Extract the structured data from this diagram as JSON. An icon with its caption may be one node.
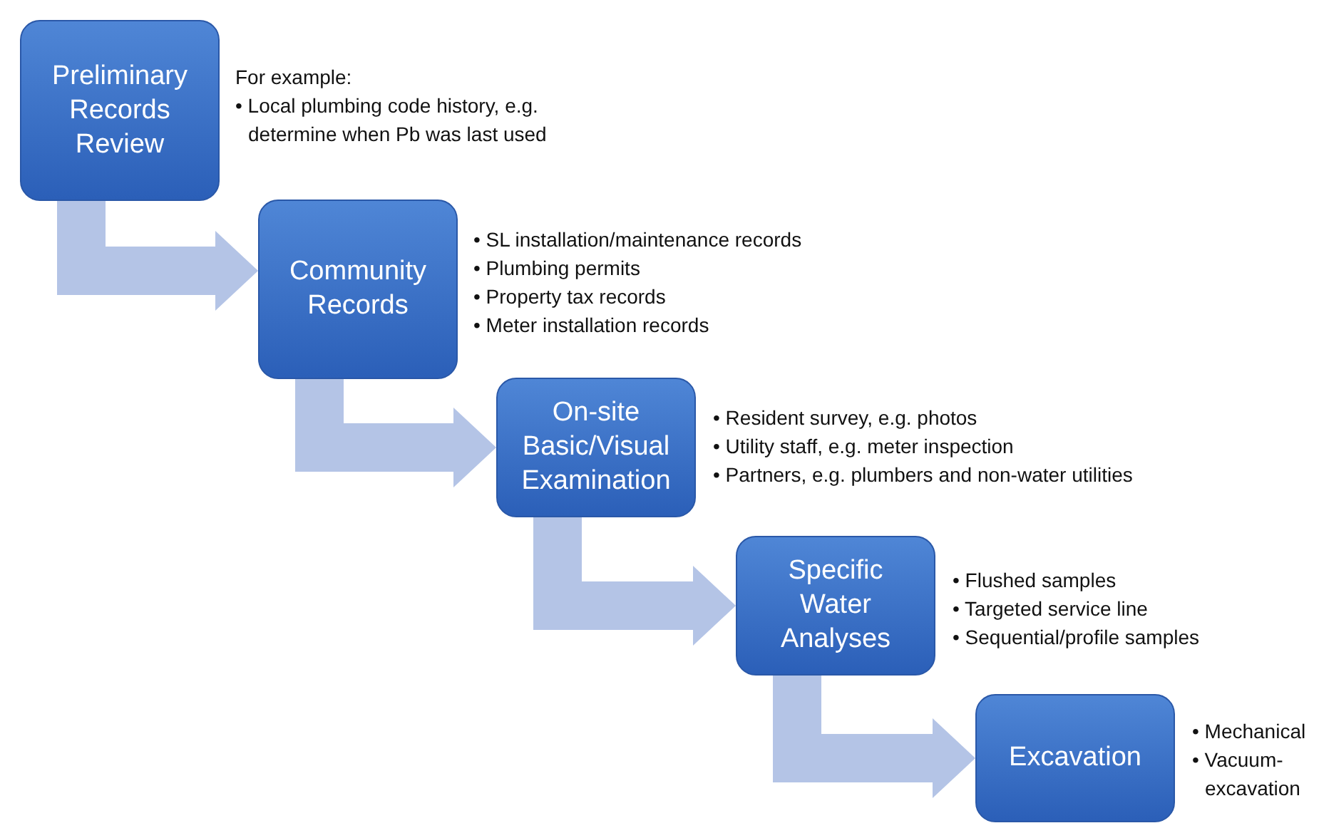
{
  "diagram": {
    "nodes": [
      {
        "text": [
          "Preliminary Records Review"
        ],
        "beside": [
          "For example:",
          "• Local plumbing code history, e.g. determine when Pb was last used"
        ]
      },
      {
        "text": [
          "Community Records"
        ],
        "beside": [
          "• SL installation/maintenance records",
          "• Plumbing permits",
          "• Property tax records",
          "• Meter installation records"
        ]
      },
      {
        "text": [
          "On-site Basic/Visual Examination"
        ],
        "beside": [
          "• Resident survey, e.g. photos",
          "• Utility staff, e.g. meter inspection",
          "• Partners, e.g. plumbers and non-water utilities"
        ]
      },
      {
        "text": [
          "Specific Water Analyses"
        ],
        "beside": [
          "• Flushed samples",
          "• Targeted service line",
          "• Sequential/profile samples"
        ]
      },
      {
        "text": [
          "Excavation"
        ],
        "beside": [
          "• Mechanical",
          "• Vacuum-excavation"
        ]
      }
    ],
    "edges": [
      {
        "from": 0,
        "to": 1,
        "arrow": "to"
      },
      {
        "from": 1,
        "to": 2,
        "arrow": "to"
      },
      {
        "from": 2,
        "to": 3,
        "arrow": "to"
      },
      {
        "from": 3,
        "to": 4,
        "arrow": "to"
      }
    ]
  }
}
